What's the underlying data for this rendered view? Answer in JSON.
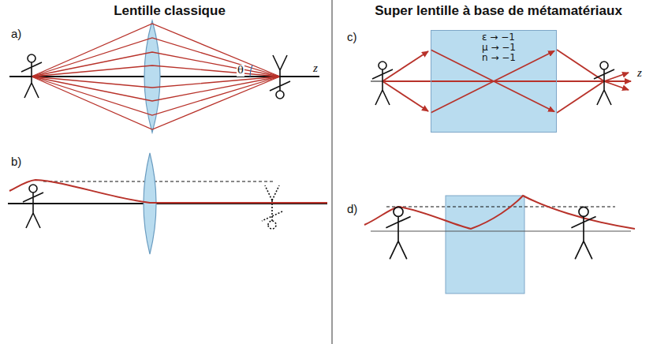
{
  "diagram": {
    "nodes": [
      {
        "text": [
          "ε → −1",
          "μ → −1",
          "n → −1"
        ]
      }
    ],
    "labels": [
      "Lentille classique",
      "Super lentille à base de métamatériaux",
      "a)",
      "θ",
      "z",
      "b)",
      "c)",
      "z",
      "d)"
    ]
  }
}
